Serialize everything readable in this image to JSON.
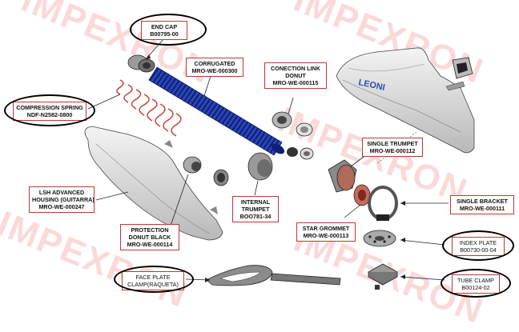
{
  "watermark": {
    "text": "IMPEXRON"
  },
  "housing_logo": "LEONI",
  "labels": {
    "end_cap": {
      "name": "END CAP",
      "code": "B00795-00"
    },
    "corrugated": {
      "name": "CORRUGATED",
      "code": "MRO-WE-000300"
    },
    "connection_link": {
      "name": "CONECTION LINK",
      "name2": "DONUT",
      "code": "MRO-WE-000115"
    },
    "compression_spring": {
      "name": "COMPRESSION SPRING",
      "code": "NDF-N2582-0800"
    },
    "single_trumpet": {
      "name": "SINGLE TRUMPET",
      "code": "MRO-WE-000112"
    },
    "lsh_housing": {
      "name": "LSH ADVANCED",
      "name2": "HOUSING (GUITARRA)",
      "code": "MRO-WE-000247"
    },
    "internal_trumpet": {
      "name": "INTERNAL",
      "name2": "TRUMPET",
      "code": "BOO781-34"
    },
    "single_bracket": {
      "name": "SINGLE BRACKET",
      "code": "MRO-WE-000111"
    },
    "protection_donut": {
      "name": "PROTECTION",
      "name2": "DONUT BLACK",
      "code": "MRO-WE-000114"
    },
    "star_grommet": {
      "name": "STAR GROMMET",
      "code": "MRO-WE-000113"
    },
    "index_plate": {
      "name": "INDEX PLATE",
      "code": "B00730-00-04"
    },
    "face_plate": {
      "name": "FACE PLATE",
      "name2": "CLAMP(RAQUETA)"
    },
    "tube_clamp": {
      "name": "TUBE CLAMP",
      "code": "B00124-02"
    }
  }
}
